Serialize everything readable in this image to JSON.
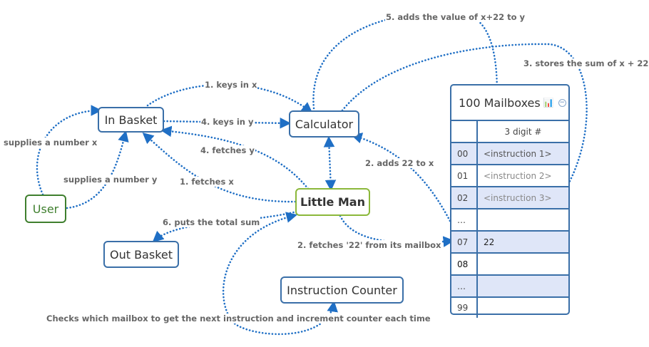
{
  "nodes": {
    "in_basket": "In Basket",
    "calculator": "Calculator",
    "user": "User",
    "little_man": "Little Man",
    "out_basket": "Out Basket",
    "instruction_counter": "Instruction Counter"
  },
  "labels": {
    "keys_in_x": "1. keys in x",
    "keys_in_y": "4. keys in y",
    "fetches_y": "4. fetches y",
    "fetches_x": "1. fetches x",
    "supplies_x": "supplies a number x",
    "supplies_y": "supplies a number y",
    "puts_total": "6. puts the total sum",
    "adds_22": "2. adds 22 to x",
    "fetches_22": "2. fetches '22' from its mailbox",
    "adds_value": "5. adds the value of x+22 to y",
    "stores_sum": "3. stores the sum of x + 22",
    "checks": "Checks which mailbox to get the next instruction and increment counter each time"
  },
  "mailbox": {
    "title": "100 Mailboxes",
    "title_icon": "chart-icon",
    "collapse_icon": "minus-icon",
    "column_header": "3 digit #",
    "rows": [
      {
        "idx": "00",
        "val": "<instruction 1>"
      },
      {
        "idx": "01",
        "val": "<instruction 2>"
      },
      {
        "idx": "02",
        "val": "<instruction 3>"
      },
      {
        "idx": "…",
        "val": ""
      },
      {
        "idx": "07",
        "val": "22"
      },
      {
        "idx": "08",
        "val": ""
      },
      {
        "idx": "…",
        "val": ""
      },
      {
        "idx": "99",
        "val": ""
      }
    ]
  },
  "colors": {
    "node_border": "#3a6fa8",
    "user_border": "#3f7f2e",
    "little_man_border": "#8bb83a",
    "arrow": "#1f6fc5",
    "row_highlight": "#dfe6f8"
  }
}
